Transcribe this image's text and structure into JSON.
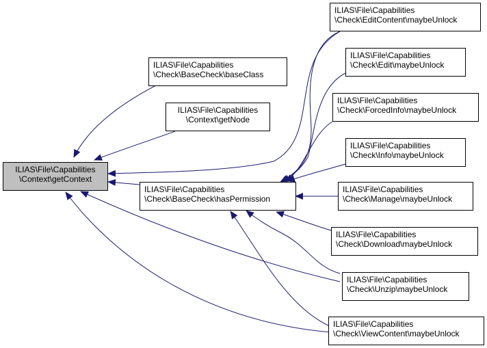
{
  "diagram": {
    "title": "Caller graph of ILIAS\\File\\Capabilities\\Context\\getContext",
    "edge_color": "#191970",
    "root_fill": "#bfbfbf",
    "nodes": {
      "getContext": {
        "line1": "ILIAS\\File\\Capabilities",
        "line2": "\\Context\\getContext"
      },
      "baseClass": {
        "line1": "ILIAS\\File\\Capabilities",
        "line2": "\\Check\\BaseCheck\\baseClass"
      },
      "getNode": {
        "line1": "ILIAS\\File\\Capabilities",
        "line2": "\\Context\\getNode"
      },
      "hasPermission": {
        "line1": "ILIAS\\File\\Capabilities",
        "line2": "\\Check\\BaseCheck\\hasPermission"
      },
      "editContent": {
        "line1": "ILIAS\\File\\Capabilities",
        "line2": "\\Check\\EditContent\\maybeUnlock"
      },
      "edit": {
        "line1": "ILIAS\\File\\Capabilities",
        "line2": "\\Check\\Edit\\maybeUnlock"
      },
      "forcedInfo": {
        "line1": "ILIAS\\File\\Capabilities",
        "line2": "\\Check\\ForcedInfo\\maybeUnlock"
      },
      "info": {
        "line1": "ILIAS\\File\\Capabilities",
        "line2": "\\Check\\Info\\maybeUnlock"
      },
      "manage": {
        "line1": "ILIAS\\File\\Capabilities",
        "line2": "\\Check\\Manage\\maybeUnlock"
      },
      "download": {
        "line1": "ILIAS\\File\\Capabilities",
        "line2": "\\Check\\Download\\maybeUnlock"
      },
      "unzip": {
        "line1": "ILIAS\\File\\Capabilities",
        "line2": "\\Check\\Unzip\\maybeUnlock"
      },
      "viewContent": {
        "line1": "ILIAS\\File\\Capabilities",
        "line2": "\\Check\\ViewContent\\maybeUnlock"
      }
    },
    "edges": [
      {
        "from": "baseClass",
        "to": "getContext"
      },
      {
        "from": "getNode",
        "to": "getContext"
      },
      {
        "from": "editContent",
        "to": "getContext"
      },
      {
        "from": "hasPermission",
        "to": "getContext"
      },
      {
        "from": "unzip",
        "to": "getContext"
      },
      {
        "from": "viewContent",
        "to": "getContext"
      },
      {
        "from": "editContent",
        "to": "hasPermission"
      },
      {
        "from": "edit",
        "to": "hasPermission"
      },
      {
        "from": "forcedInfo",
        "to": "hasPermission"
      },
      {
        "from": "info",
        "to": "hasPermission"
      },
      {
        "from": "manage",
        "to": "hasPermission"
      },
      {
        "from": "download",
        "to": "hasPermission"
      },
      {
        "from": "unzip",
        "to": "hasPermission"
      },
      {
        "from": "viewContent",
        "to": "hasPermission"
      }
    ]
  }
}
